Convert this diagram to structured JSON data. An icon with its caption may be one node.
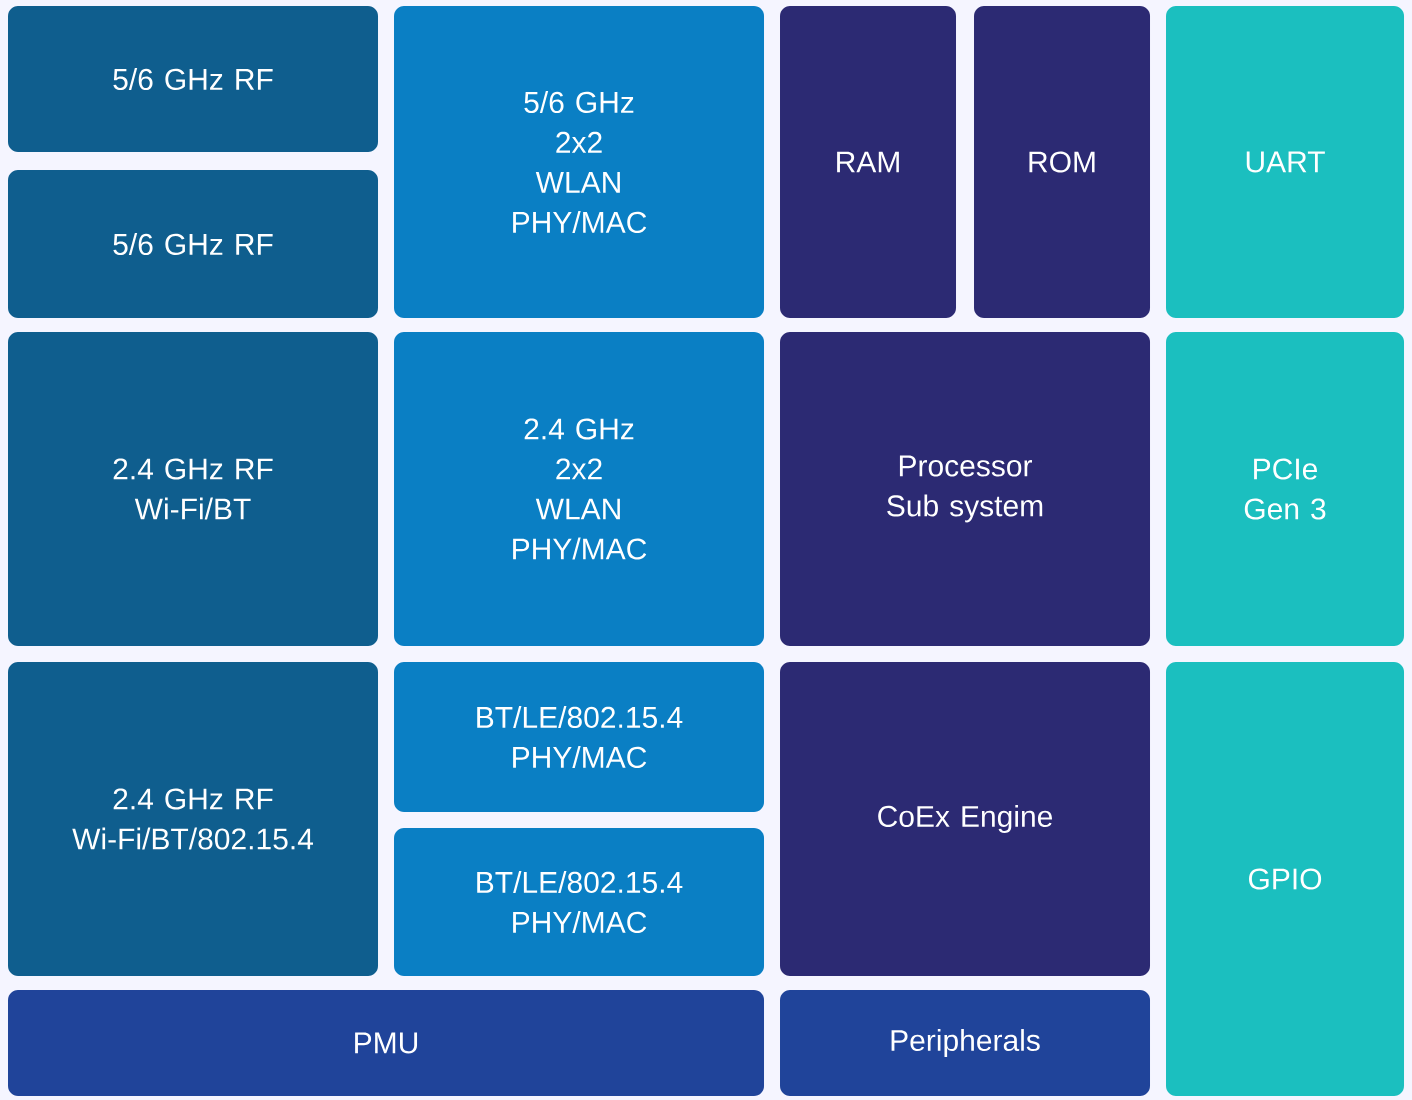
{
  "diagram": {
    "nodes": [
      {
        "text": [
          "5/6 GHz RF"
        ]
      },
      {
        "text": [
          "5/6 GHz RF"
        ]
      },
      {
        "text": [
          "5/6 GHz 2x2 WLAN PHY/MAC"
        ]
      },
      {
        "text": [
          "RAM"
        ]
      },
      {
        "text": [
          "ROM"
        ]
      },
      {
        "text": [
          "UART"
        ]
      },
      {
        "text": [
          "2.4 GHz RF Wi-Fi/BT"
        ]
      },
      {
        "text": [
          "2.4 GHz 2x2 WLAN PHY/MAC"
        ]
      },
      {
        "text": [
          "Processor Sub system"
        ]
      },
      {
        "text": [
          "PCIe Gen 3"
        ]
      },
      {
        "text": [
          "2.4 GHz RF Wi-Fi/BT/802.15.4"
        ]
      },
      {
        "text": [
          "BT/LE/802.15.4 PHY/MAC"
        ]
      },
      {
        "text": [
          "BT/LE/802.15.4 PHY/MAC"
        ]
      },
      {
        "text": [
          "CoEx Engine"
        ]
      },
      {
        "text": [
          "GPIO"
        ]
      },
      {
        "text": [
          "PMU"
        ]
      },
      {
        "text": [
          "Peripherals"
        ]
      }
    ]
  }
}
